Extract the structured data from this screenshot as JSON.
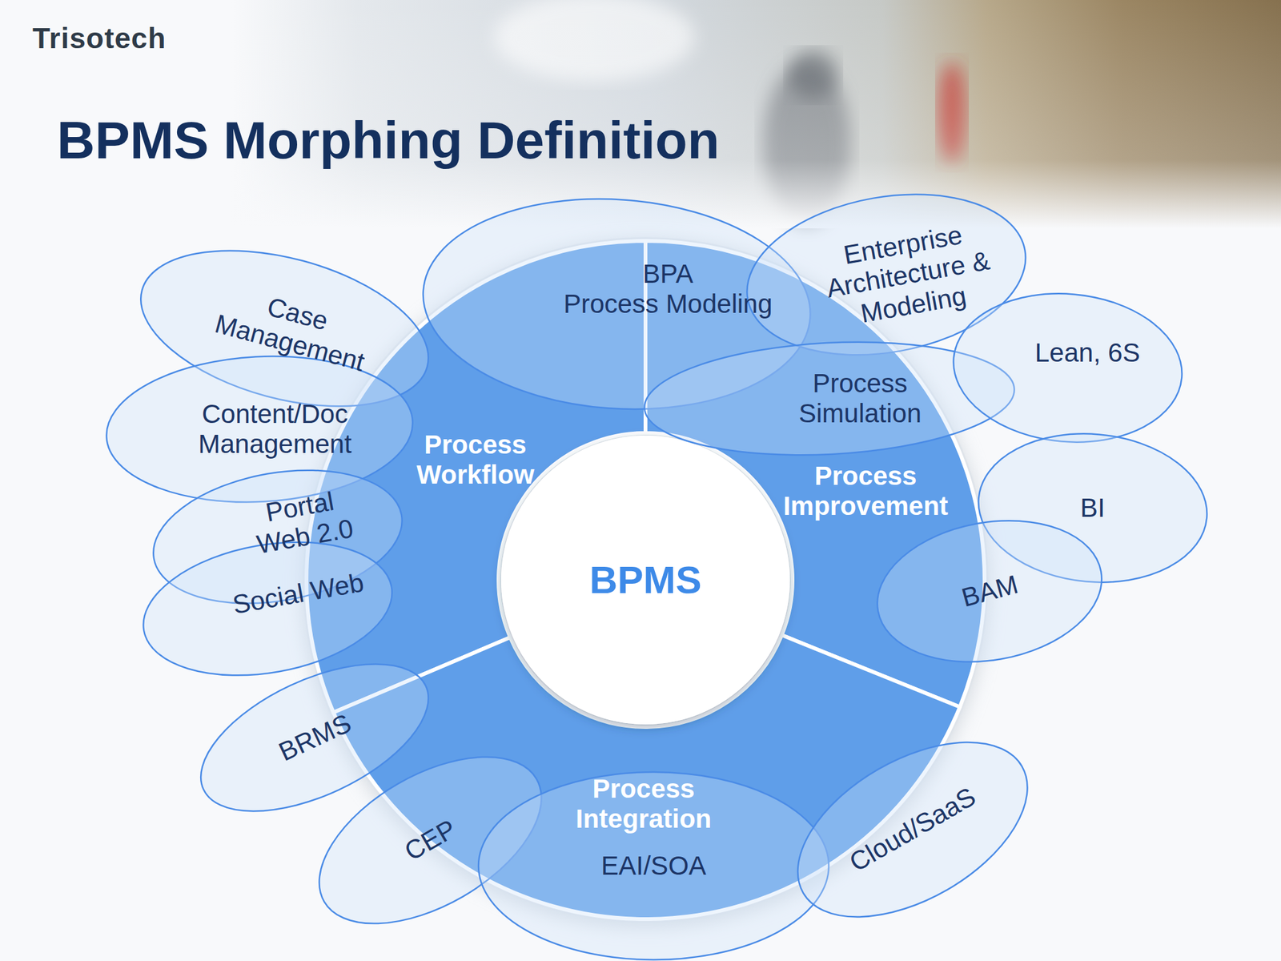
{
  "diagram": {
    "title": "BPMS Morphing Definition",
    "nodes": [
      {
        "text": [
          "Process Workflow"
        ]
      },
      {
        "text": [
          "Process Improvement"
        ]
      },
      {
        "text": [
          "Process Integration"
        ]
      },
      {
        "text": [
          "BPMS"
        ]
      },
      {
        "text": [
          "Case Management"
        ]
      },
      {
        "text": [
          "BPA",
          "Process Modeling"
        ]
      },
      {
        "text": [
          "Enterprise Architecture & Modeling"
        ]
      },
      {
        "text": [
          "Content/Doc Management"
        ]
      },
      {
        "text": [
          "Process Simulation"
        ]
      },
      {
        "text": [
          "Lean, 6S"
        ]
      },
      {
        "text": [
          "Portal Web 2.0"
        ]
      },
      {
        "text": [
          "BI"
        ]
      },
      {
        "text": [
          "Social Web"
        ]
      },
      {
        "text": [
          "BAM"
        ]
      },
      {
        "text": [
          "BRMS"
        ]
      },
      {
        "text": [
          "CEP"
        ]
      },
      {
        "text": [
          "EAI/SOA"
        ]
      },
      {
        "text": [
          "Cloud/SaaS"
        ]
      }
    ],
    "labels": [
      "Trisotech"
    ]
  }
}
